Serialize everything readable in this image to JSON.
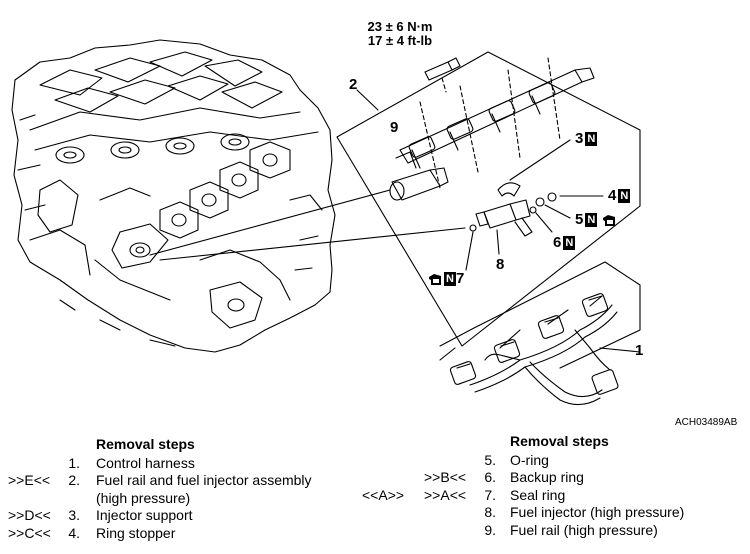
{
  "diagram": {
    "torque": {
      "line1": "23 ± 6 N·m",
      "line2": "17 ± 4 ft-lb"
    },
    "image_code": "ACH03489AB",
    "callouts": {
      "c1": "1",
      "c2": "2",
      "c3": "3",
      "c4": "4",
      "c5": "5",
      "c6": "6",
      "c7": "7",
      "c8": "8",
      "c9": "9"
    },
    "new_part_mark": "N"
  },
  "left_steps": {
    "heading": "Removal steps",
    "items": [
      {
        "ref": "",
        "num": "1.",
        "text": "Control harness"
      },
      {
        "ref": ">>E<<",
        "num": "2.",
        "text": "Fuel rail and fuel injector assembly",
        "cont": "(high pressure)"
      },
      {
        "ref": ">>D<<",
        "num": "3.",
        "text": "Injector support"
      },
      {
        "ref": ">>C<<",
        "num": "4.",
        "text": "Ring stopper"
      }
    ]
  },
  "right_steps": {
    "heading": "Removal steps",
    "items": [
      {
        "ref": "",
        "ref2": "",
        "num": "5.",
        "text": "O-ring"
      },
      {
        "ref": "",
        "ref2": ">>B<<",
        "num": "6.",
        "text": "Backup ring"
      },
      {
        "ref": "<<A>>",
        "ref2": ">>A<<",
        "num": "7.",
        "text": "Seal ring"
      },
      {
        "ref": "",
        "ref2": "",
        "num": "8.",
        "text": "Fuel injector (high pressure)"
      },
      {
        "ref": "",
        "ref2": "",
        "num": "9.",
        "text": "Fuel rail (high pressure)"
      }
    ]
  }
}
